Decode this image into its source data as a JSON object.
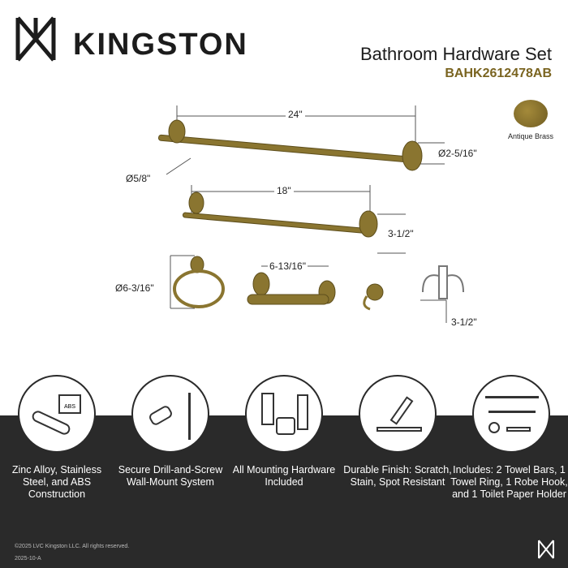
{
  "header": {
    "brand": "KINGSTON",
    "title": "Bathroom Hardware Set",
    "sku": "BAHK2612478AB"
  },
  "finish": {
    "label": "Antique Brass",
    "color": "#8a7530"
  },
  "dimensions": {
    "bar24_length": "24\"",
    "bar_diameter": "Ø5/8\"",
    "flange_diameter": "Ø2-5/16\"",
    "bar18_length": "18\"",
    "bar_projection": "3-1/2\"",
    "ring_diameter": "Ø6-3/16\"",
    "tp_width": "6-13/16\"",
    "hook_projection": "3-1/2\""
  },
  "features": [
    {
      "icon": "materials-icon",
      "text": "Zinc Alloy, Stainless Steel, and ABS Construction",
      "badge": "ABS"
    },
    {
      "icon": "drill-icon",
      "text": "Secure Drill-and-Screw Wall-Mount System"
    },
    {
      "icon": "hardware-icon",
      "text": "All Mounting Hardware Included"
    },
    {
      "icon": "finish-icon",
      "text": "Durable Finish: Scratch, Stain, Spot Resistant"
    },
    {
      "icon": "set-contents-icon",
      "text": "Includes: 2 Towel Bars, 1 Towel Ring, 1 Robe Hook, and 1 Toilet Paper Holder"
    }
  ],
  "footer": {
    "copyright": "©2025 LVC Kingston LLC. All rights reserved.",
    "revision": "2025-10-A"
  }
}
